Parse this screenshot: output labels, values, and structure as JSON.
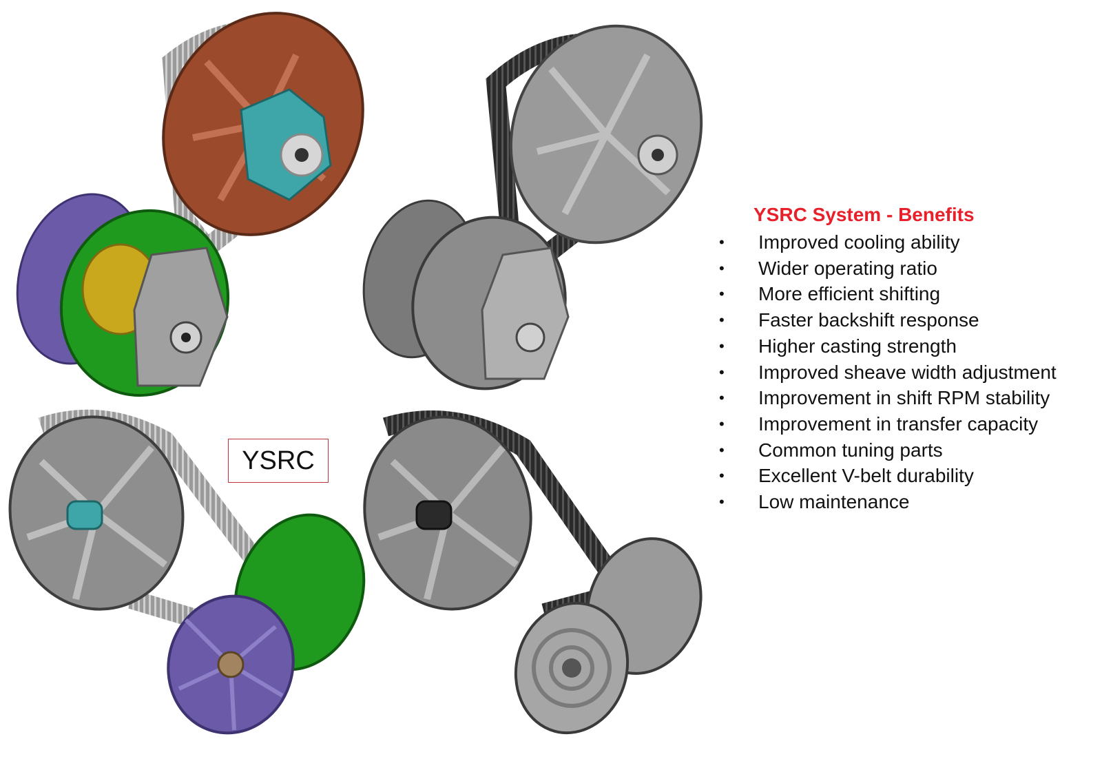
{
  "label_box": {
    "text": "YSRC"
  },
  "benefits": {
    "title": "YSRC System - Benefits",
    "bullet": "•",
    "items": [
      "Improved cooling ability",
      "Wider operating ratio",
      "More efficient shifting",
      "Faster backshift response",
      "Higher casting strength",
      "Improved sheave width adjustment",
      "Improvement in shift RPM stability",
      "Improvement in transfer capacity",
      "Common tuning parts",
      "Excellent V-belt durability",
      "Low maintenance"
    ]
  },
  "colors": {
    "title_red": "#e8202a",
    "box_border": "#c0303a",
    "drive_pulley_brown": "#9c4a2c",
    "spider_cyan": "#3ea6a8",
    "driven_green": "#1f9a1f",
    "sheave_purple": "#6a5aa8",
    "clutch_yellow": "#c9a81e",
    "metal_grey": "#8a8a8a",
    "belt_dark": "#2e2e2e"
  },
  "images": [
    {
      "name": "ysrc-color-top-view",
      "colors": [
        "brown",
        "cyan",
        "green",
        "purple",
        "yellow"
      ]
    },
    {
      "name": "conventional-grey-top-view"
    },
    {
      "name": "ysrc-color-bottom-view"
    },
    {
      "name": "conventional-grey-bottom-view"
    }
  ]
}
